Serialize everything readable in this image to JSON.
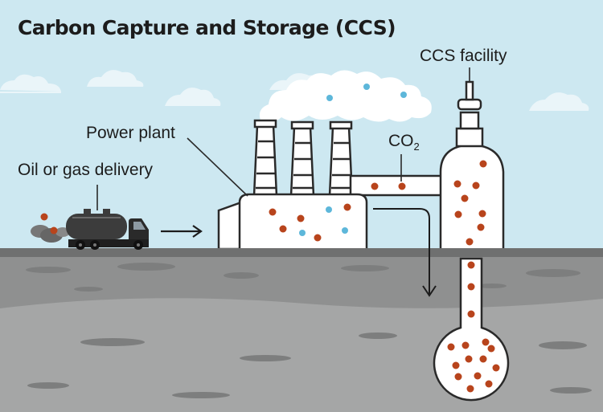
{
  "title": "Carbon Capture and Storage (CCS)",
  "labels": {
    "ccs_facility": "CCS facility",
    "power_plant": "Power plant",
    "oil_gas_delivery": "Oil or gas delivery",
    "co2_main": "CO",
    "co2_sub": "2"
  },
  "colors": {
    "sky": "#cde8f1",
    "ground": "#8f9090",
    "co2_particle": "#b8441c",
    "blue_particle": "#5db7da",
    "building": "#ffffff",
    "outline": "#2a2a2a"
  }
}
